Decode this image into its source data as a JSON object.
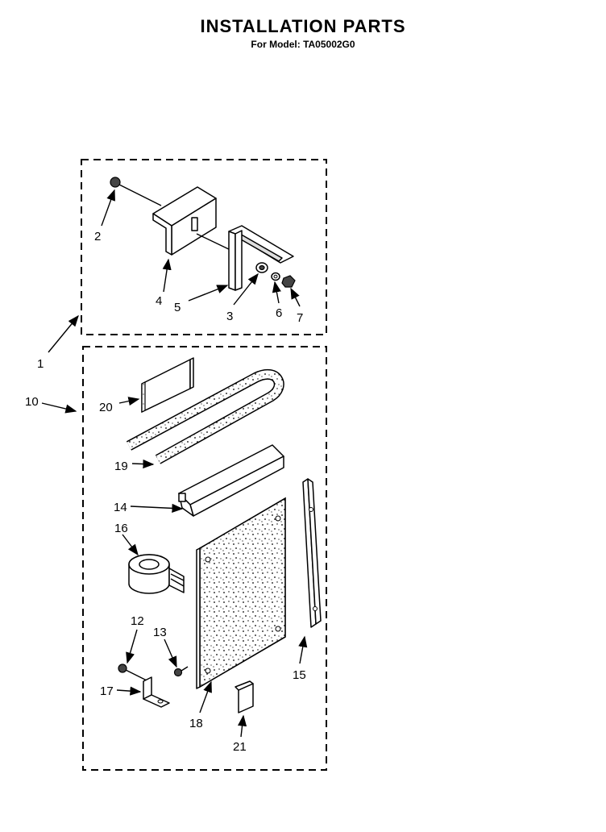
{
  "header": {
    "title": "INSTALLATION PARTS",
    "subtitle": "For Model: TA05002G0"
  },
  "callouts": {
    "c1": "1",
    "c2": "2",
    "c3": "3",
    "c4": "4",
    "c5": "5",
    "c6": "6",
    "c7": "7",
    "c10": "10",
    "c12": "12",
    "c13": "13",
    "c14": "14",
    "c15": "15",
    "c16": "16",
    "c17": "17",
    "c18": "18",
    "c19": "19",
    "c20": "20",
    "c21": "21"
  }
}
